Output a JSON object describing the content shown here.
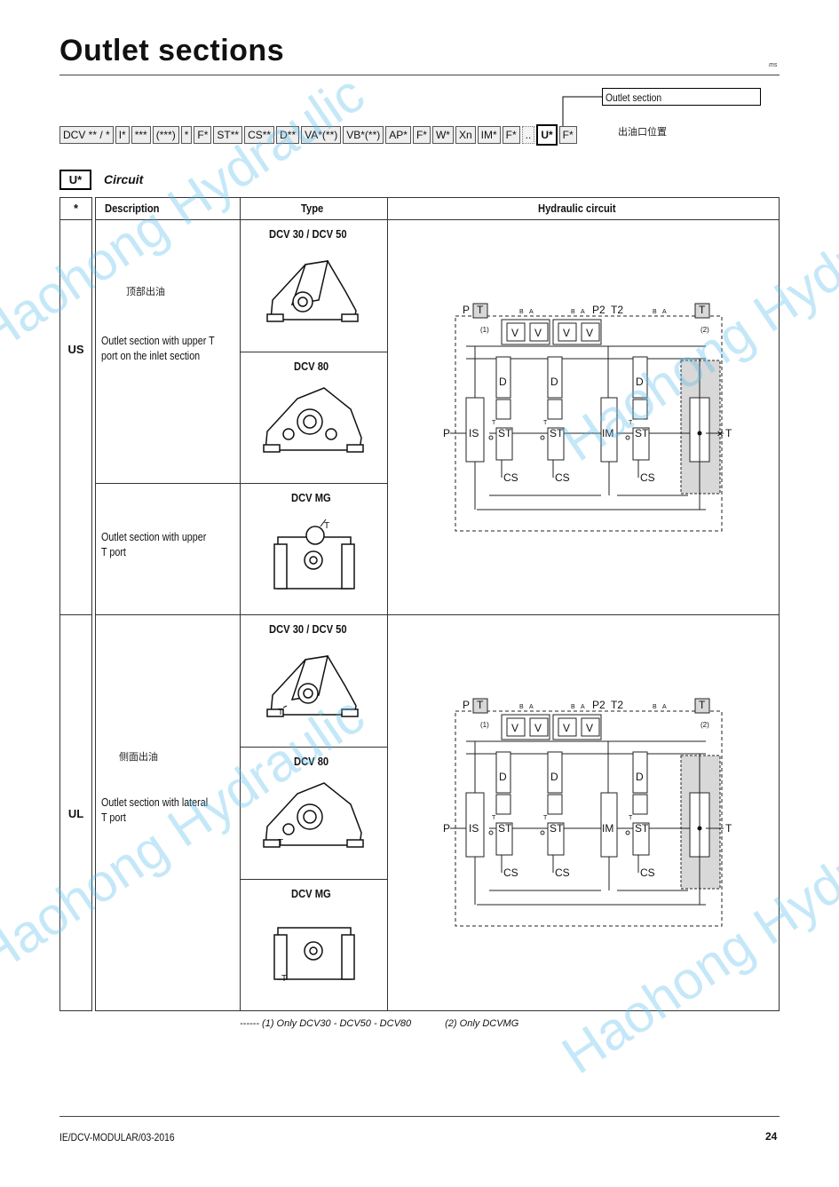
{
  "page": {
    "title": "Outlet sections",
    "corner_mark": "ms",
    "chinese_note": "出油口位置",
    "outlet_label": "Outlet section",
    "code_strip": [
      "DCV ** / *",
      "I*",
      "***",
      "(***)",
      "*",
      "F*",
      "ST**",
      "CS**",
      "D**",
      "VA*(**)",
      "VB*(**)",
      "AP*",
      "F*",
      "W*",
      "Xn",
      "IM*",
      "F*",
      "..",
      "U*",
      "F*"
    ],
    "u_label": "U*",
    "circuit_label": "Circuit",
    "footnote_1": "------ (1)  Only DCV30 - DCV50 - DCV80",
    "footnote_2": "(2)  Only DCVMG",
    "footer_left": "IE/DCV-MODULAR/03-2016",
    "page_number": "24"
  },
  "table": {
    "headers": [
      "*",
      "Description",
      "Type",
      "Hydraulic circuit"
    ],
    "rows": [
      {
        "code": "US",
        "chinese": "顶部出油",
        "desc_main": [
          "Outlet section with upper T",
          "port on the inlet section"
        ],
        "desc_mg": [
          "Outlet section with upper",
          "T port"
        ],
        "types": [
          "DCV 30 / DCV 50",
          "DCV 80",
          "DCV MG"
        ]
      },
      {
        "code": "UL",
        "chinese": "侧面出油",
        "desc_main": [
          "Outlet section with lateral",
          "T port"
        ],
        "types": [
          "DCV 30 / DCV 50",
          "DCV 80",
          "DCV MG"
        ]
      }
    ]
  },
  "circuit_labels": {
    "P": "P",
    "T": "T",
    "P2": "P2",
    "T2": "T2",
    "B": "B",
    "A": "A",
    "V": "V",
    "D": "D",
    "IS": "IS",
    "ST": "ST",
    "IM": "IM",
    "CS": "CS",
    "n1": "(1)",
    "n2": "(2)"
  },
  "watermark": "Haohong Hydraulic",
  "colors": {
    "shade": "#d8d8d8",
    "watermark": "#5abeeb"
  }
}
